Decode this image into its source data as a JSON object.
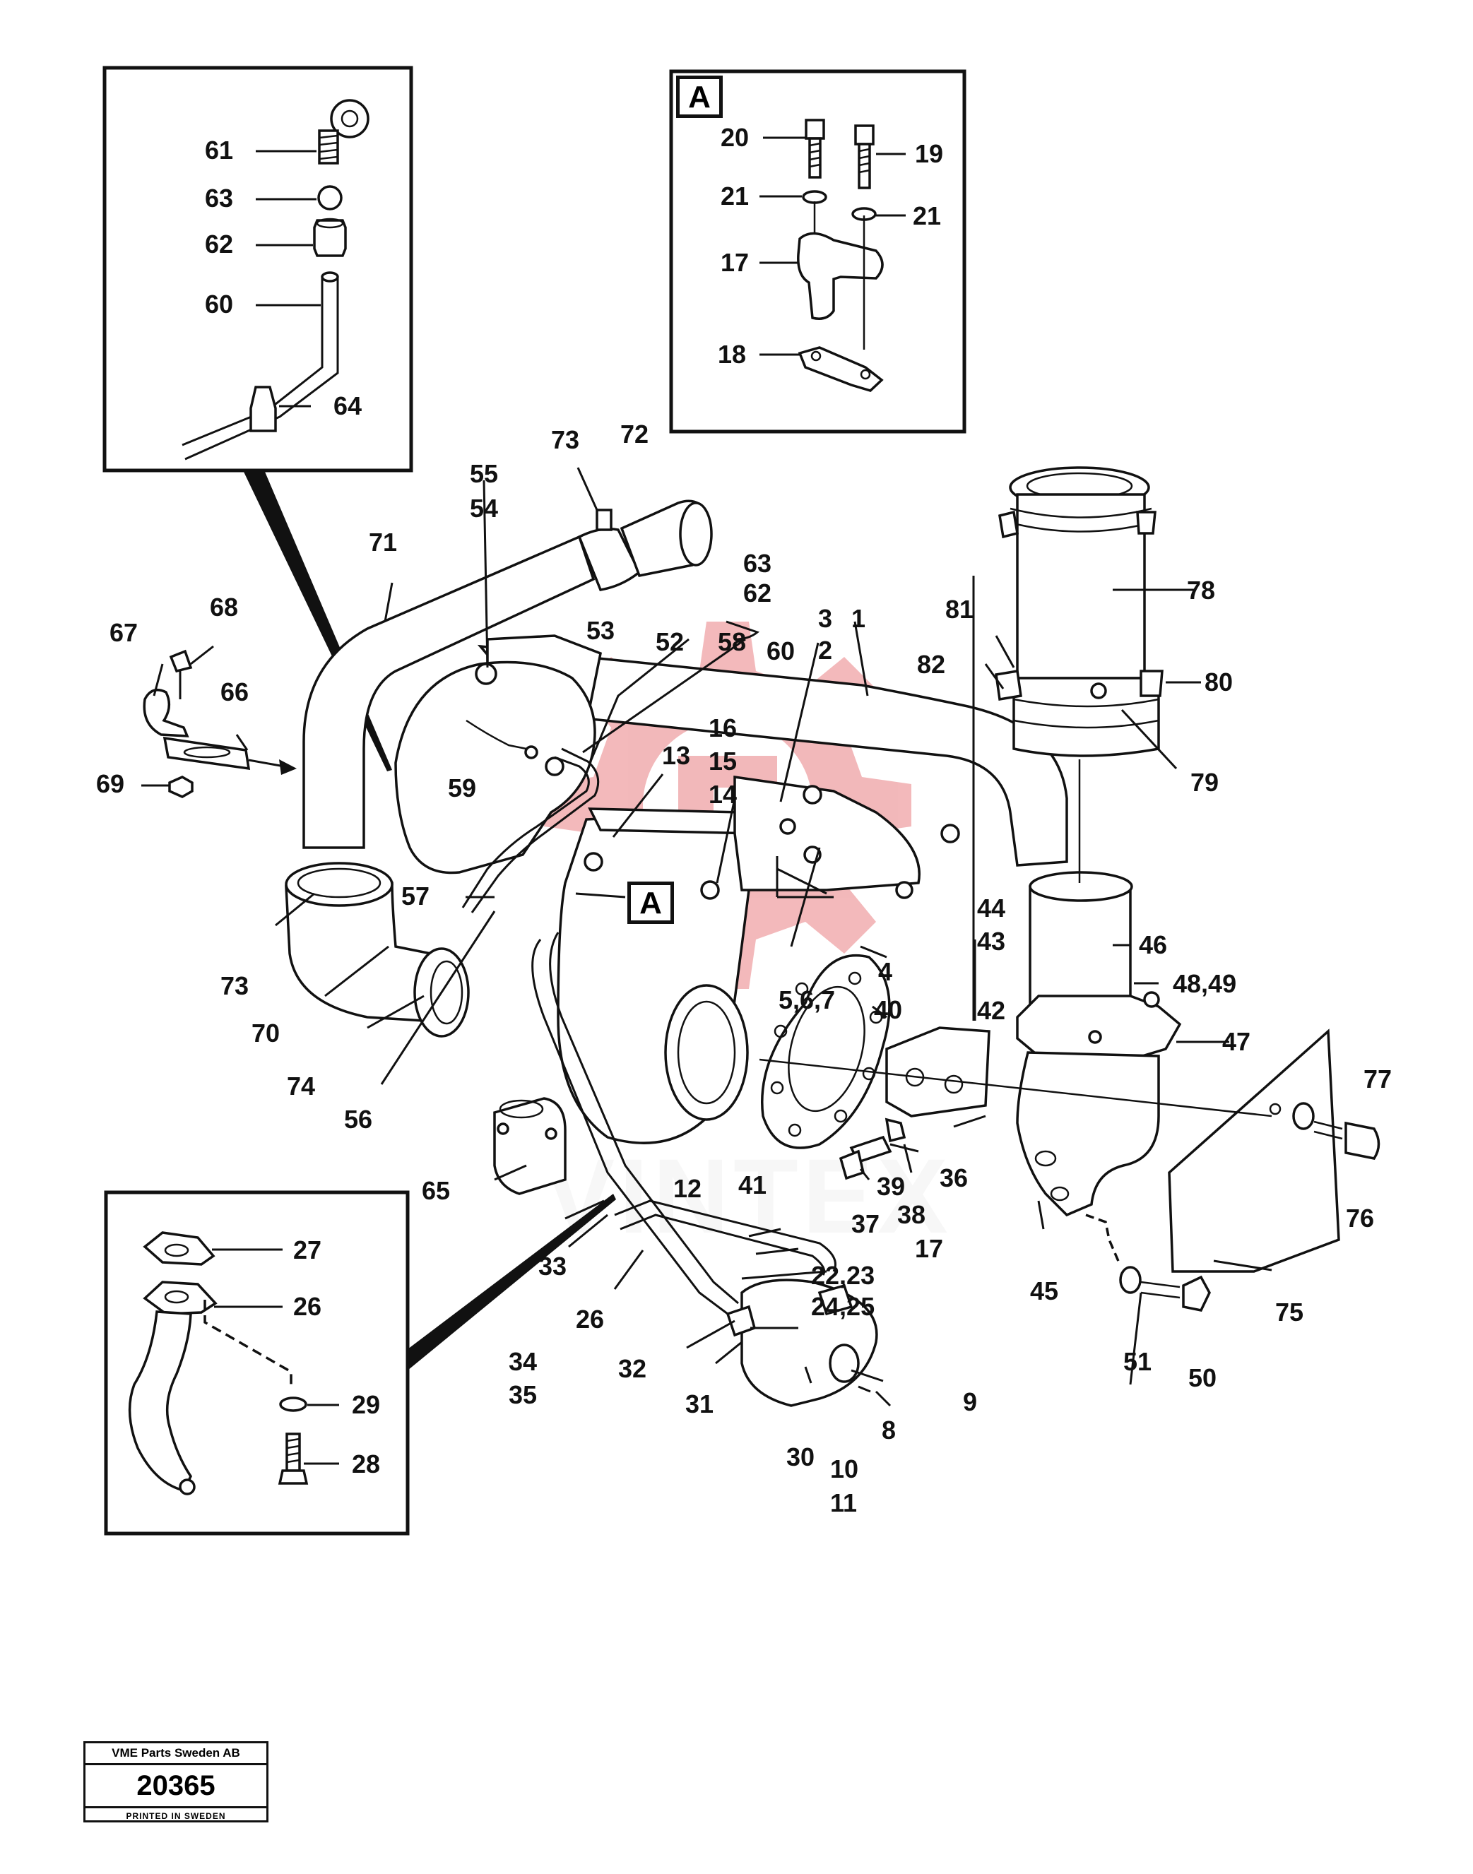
{
  "detail_tag": "A",
  "title_block": {
    "company": "VME Parts Sweden AB",
    "number": "20365",
    "printed": "PRINTED IN SWEDEN"
  },
  "watermark": {
    "text": "VINTEX",
    "color": "#d9262c",
    "logo_name": "gear-logo"
  },
  "callouts": {
    "inset_top_left": [
      "61",
      "63",
      "62",
      "60",
      "64"
    ],
    "inset_a": [
      "20",
      "19",
      "21",
      "21",
      "17",
      "18"
    ],
    "inset_bottom_left": [
      "27",
      "26",
      "29",
      "28"
    ],
    "main": [
      "73",
      "72",
      "55",
      "54",
      "71",
      "68",
      "67",
      "66",
      "69",
      "63",
      "62",
      "53",
      "52",
      "58",
      "60",
      "3",
      "2",
      "1",
      "81",
      "82",
      "78",
      "80",
      "79",
      "59",
      "16",
      "15",
      "14",
      "13",
      "57",
      "73",
      "70",
      "74",
      "56",
      "5,6,7",
      "4",
      "40",
      "44",
      "43",
      "42",
      "46",
      "48,49",
      "47",
      "77",
      "76",
      "75",
      "12",
      "41",
      "36",
      "39",
      "38",
      "37",
      "17",
      "65",
      "33",
      "34",
      "35",
      "26",
      "22,23",
      "24,25",
      "32",
      "31",
      "30",
      "10",
      "11",
      "8",
      "9",
      "45",
      "51",
      "50"
    ]
  }
}
